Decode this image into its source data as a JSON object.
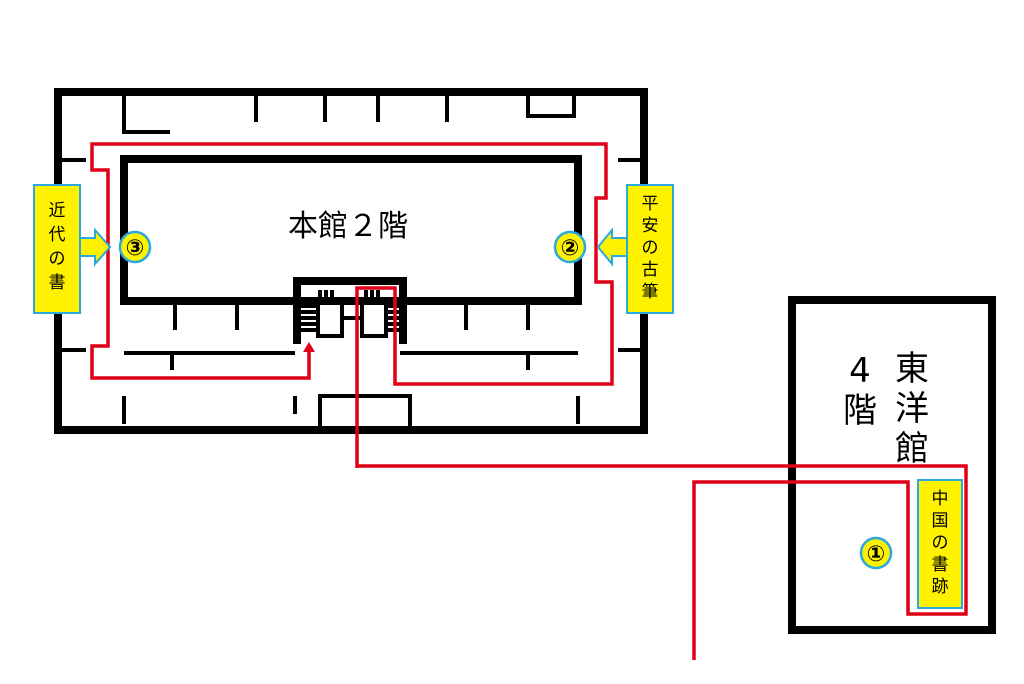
{
  "honkan": {
    "title": "本館２階"
  },
  "toyokan": {
    "name_chars": [
      "東",
      "洋",
      "館"
    ],
    "floor_chars": [
      "4",
      "階"
    ]
  },
  "stops": [
    {
      "number": "①",
      "label_chars": [
        "中",
        "国",
        "の",
        "書",
        "跡"
      ]
    },
    {
      "number": "②",
      "label_chars": [
        "平",
        "安",
        "の",
        "古",
        "筆"
      ]
    },
    {
      "number": "③",
      "label_chars": [
        "近",
        "代",
        "の",
        "書"
      ]
    }
  ],
  "colors": {
    "route": "#e00018",
    "label_fill": "#fff200",
    "label_border": "#2aa8e0",
    "walls": "#000000"
  }
}
